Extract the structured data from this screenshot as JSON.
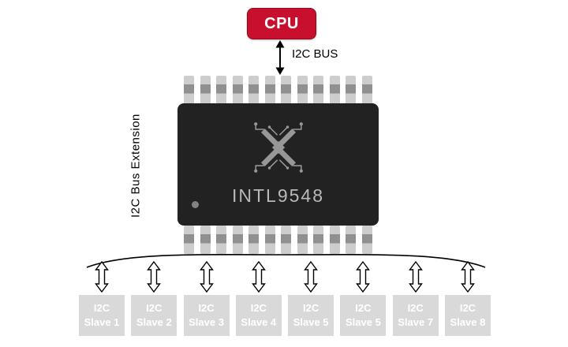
{
  "colors": {
    "cpu_bg": "#c8102e",
    "cpu_text": "#ffffff",
    "chip_bg": "#222222",
    "chip_text": "#b9b9b9",
    "slave_bg": "#d9d9d9",
    "slave_text": "#ffffff",
    "line": "#000000"
  },
  "cpu": {
    "label": "CPU"
  },
  "bus": {
    "label": "I2C BUS"
  },
  "chip": {
    "name": "INTL9548",
    "side_label": "I2C Bus Extension"
  },
  "slaves": [
    {
      "line1": "I2C",
      "line2": "Slave 1"
    },
    {
      "line1": "I2C",
      "line2": "Slave 2"
    },
    {
      "line1": "I2C",
      "line2": "Slave 3"
    },
    {
      "line1": "I2C",
      "line2": "Slave 4"
    },
    {
      "line1": "I2C",
      "line2": "Slave 5"
    },
    {
      "line1": "I2C",
      "line2": "Slave 5"
    },
    {
      "line1": "I2C",
      "line2": "Slave 7"
    },
    {
      "line1": "I2C",
      "line2": "Slave 8"
    }
  ]
}
